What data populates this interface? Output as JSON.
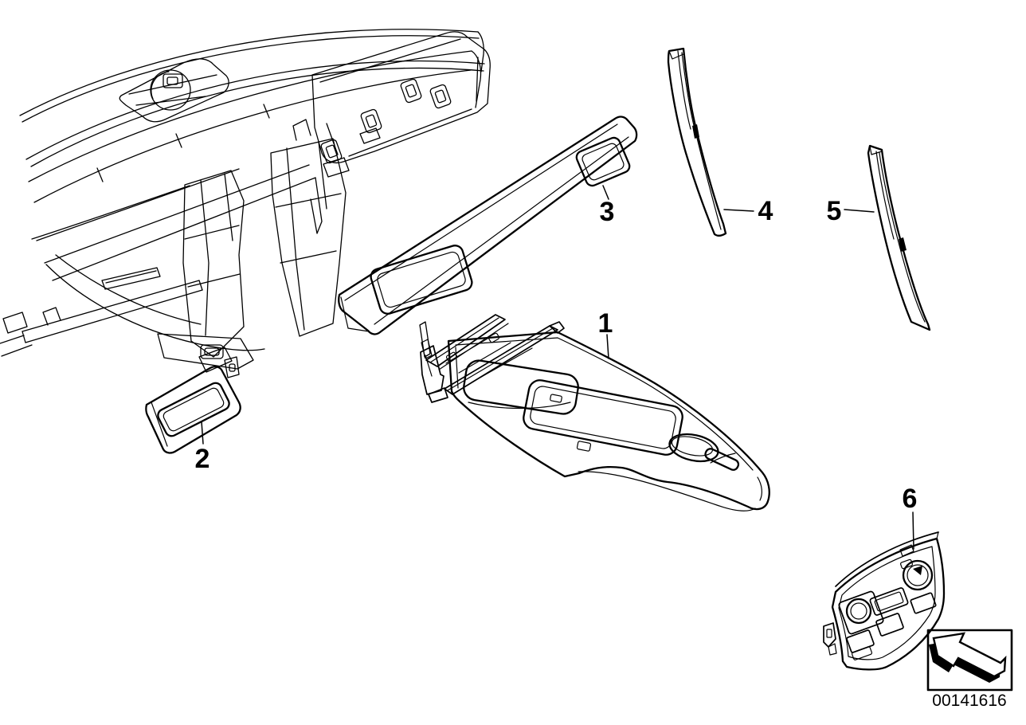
{
  "diagram": {
    "callouts": [
      {
        "number": "1"
      },
      {
        "number": "2"
      },
      {
        "number": "3"
      },
      {
        "number": "4"
      },
      {
        "number": "5"
      },
      {
        "number": "6"
      }
    ],
    "stamp": {
      "image_number": "00141616",
      "icon": "direction-arrow-icon"
    },
    "colors": {
      "line": "#000000",
      "background": "#ffffff"
    }
  }
}
